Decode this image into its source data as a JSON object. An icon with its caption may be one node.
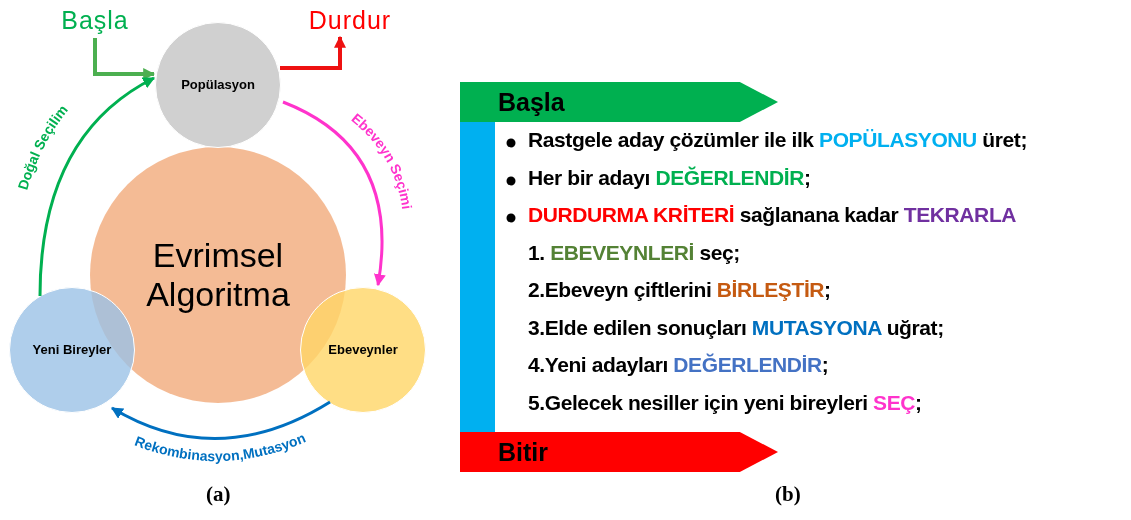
{
  "diagram": {
    "nodes": [
      {
        "text": [
          "Başla"
        ]
      },
      {
        "text": [
          "Durdur"
        ]
      },
      {
        "text": [
          "Popülasyon"
        ]
      },
      {
        "text": [
          "Evrimsel Algoritma"
        ]
      },
      {
        "text": [
          "Yeni Bireyler"
        ]
      },
      {
        "text": [
          "Ebeveynler"
        ]
      },
      {
        "text": [
          "Başla"
        ]
      },
      {
        "text": [],
        "shape": "bar"
      },
      {
        "text": [
          "Bitir"
        ]
      }
    ],
    "edges": [
      {
        "from": 0,
        "to": 2,
        "arrow": "to",
        "color": "#4caf50"
      },
      {
        "from": 2,
        "to": 1,
        "arrow": "to",
        "color": "#ee1111"
      },
      {
        "from": 2,
        "to": 5,
        "arrow": "to",
        "label": "Ebeveyn Seçimi",
        "color": "#ff33cc"
      },
      {
        "from": 5,
        "to": 4,
        "arrow": "to",
        "label": "Rekombinasyon,Mutasyon",
        "color": "#0070c0"
      },
      {
        "from": 4,
        "to": 2,
        "arrow": "to",
        "label": "Doğal Seçilim",
        "color": "#00b050"
      }
    ],
    "labels": [
      "Rastgele aday çözümler ile ilk **POPÜLASYONU** üret;",
      "Her bir adayı **DEĞERLENDİR**;",
      "**DURDURMA KRİTERİ** sağlanana kadar **TEKRARLA**",
      "1. **EBEVEYNLERİ** seç;",
      "2.Ebeveyn çiftlerini **BİRLEŞTİR**;",
      "3.Elde edilen sonuçları **MUTASYONA** uğrat;",
      "4.Yeni adayları **DEĞERLENDİR**;",
      "5.Gelecek nesiller için yeni bireyleri **SEÇ**;",
      "(a)",
      "(b)"
    ]
  }
}
